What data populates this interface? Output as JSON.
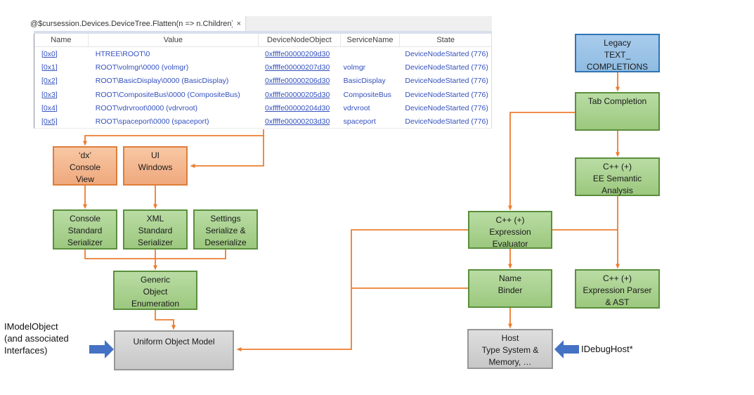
{
  "tab": {
    "title": "@$cursession.Devices.DeviceTree.Flatten(n => n.Children)",
    "close_glyph": "×"
  },
  "table": {
    "columns": [
      "Name",
      "Value",
      "DeviceNodeObject",
      "ServiceName",
      "State"
    ],
    "rows": [
      {
        "name": "[0x0]",
        "value": "HTREE\\ROOT\\0",
        "node": "0xffffe00000209d30",
        "service": "",
        "state": "DeviceNodeStarted (776)"
      },
      {
        "name": "[0x1]",
        "value": "ROOT\\volmgr\\0000 (volmgr)",
        "node": "0xffffe00000207d30",
        "service": "volmgr",
        "state": "DeviceNodeStarted (776)"
      },
      {
        "name": "[0x2]",
        "value": "ROOT\\BasicDisplay\\0000 (BasicDisplay)",
        "node": "0xffffe00000206d30",
        "service": "BasicDisplay",
        "state": "DeviceNodeStarted (776)"
      },
      {
        "name": "[0x3]",
        "value": "ROOT\\CompositeBus\\0000 (CompositeBus)",
        "node": "0xffffe00000205d30",
        "service": "CompositeBus",
        "state": "DeviceNodeStarted (776)"
      },
      {
        "name": "[0x4]",
        "value": "ROOT\\vdrvroot\\0000 (vdrvroot)",
        "node": "0xffffe00000204d30",
        "service": "vdrvroot",
        "state": "DeviceNodeStarted (776)"
      },
      {
        "name": "[0x5]",
        "value": "ROOT\\spaceport\\0000 (spaceport)",
        "node": "0xffffe00000203d30",
        "service": "spaceport",
        "state": "DeviceNodeStarted (776)"
      }
    ]
  },
  "boxes": {
    "legacy": "Legacy\nTEXT_\nCOMPLETIONS",
    "tab_completion": "Tab Completion",
    "ee_semantic": "C++ (+)\nEE Semantic\nAnalysis",
    "expression_evaluator": "C++ (+)\nExpression\nEvaluator",
    "expression_parser": "C++ (+)\nExpression Parser\n& AST",
    "name_binder": "Name\nBinder",
    "host": "Host\nType System &\nMemory, …",
    "dx_console": "‘dx’\nConsole\nView",
    "ui_windows": "UI\nWindows",
    "console_serializer": "Console\nStandard\nSerializer",
    "xml_serializer": "XML\nStandard\nSerializer",
    "settings_serializer": "Settings\nSerialize &\nDeserialize",
    "generic_enumeration": "Generic\nObject\nEnumeration",
    "uniform_object_model": "Uniform Object Model"
  },
  "annotations": {
    "imodelobject": "IModelObject\n(and associated\nInterfaces)",
    "idebughost": "IDebugHost*"
  },
  "colors": {
    "connector_orange": "#ED7D31",
    "block_arrow_blue": "#4472C4",
    "box_green_border": "#5A8F3C",
    "box_blue_border": "#2E75B6",
    "table_text_blue": "#3350BE"
  }
}
